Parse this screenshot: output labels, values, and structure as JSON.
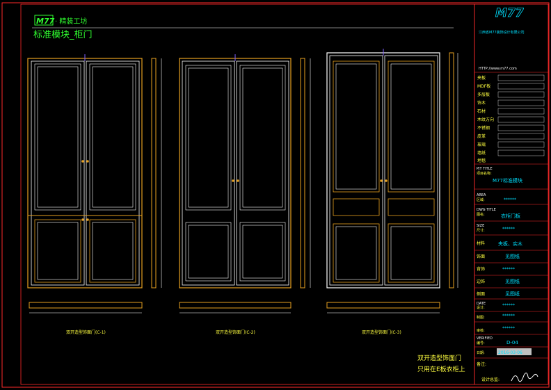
{
  "header": {
    "logo": "M77",
    "brand_suffix": "· 精装工坊",
    "title": "标准模块_柜门"
  },
  "elevations": [
    {
      "caption": "双开造型饰面门(C-1)"
    },
    {
      "caption": "双开造型饰面门(C-2)"
    },
    {
      "caption": "双开造型饰面门(C-3)"
    }
  ],
  "note": {
    "line1": "双开造型饰面门",
    "line2": "只用在E板衣柜上"
  },
  "titleblock": {
    "logo": "M77",
    "company_line": "江西省M77装饰设计有限公司",
    "url": "HTTP://www.m77.com",
    "legend": [
      "夹板",
      "MDF板",
      "多层板",
      "饰木",
      "石材",
      "木纹方向",
      "不锈钢",
      "皮革",
      "玻璃",
      "墙纸",
      "地毯"
    ],
    "project_title_label": "PJT TITLE",
    "project_name_label": "项目名称:",
    "project_name": "M77标准模块",
    "area_label": "AREA",
    "area_cn": "区域:",
    "area_value": "******",
    "dwg_title_label": "DWG TITLE",
    "dwg_cn": "图名:",
    "dwg_value": "衣柜门板",
    "size_label": "SIZE",
    "size_cn": "尺寸:",
    "size_value": "******",
    "material_label": "材料",
    "material_value": "夹板、实木",
    "face_label": "饰面",
    "face_value": "见图纸",
    "back_label": "背饰",
    "back_value": "******",
    "edge_label": "边饰",
    "edge_value": "见图纸",
    "side_label": "侧面",
    "side_value": "见图纸",
    "date_label": "DATE",
    "design_cn": "设计:",
    "design_value": "******",
    "draw_cn": "制图:",
    "draw_value": "******",
    "check_cn": "审核:",
    "check_value": "******",
    "verified_label": "VERIFIED",
    "number_cn": "编号:",
    "number_value": "D-04",
    "date2_cn": "日期:",
    "date2_value": "2016-03-06",
    "remark_cn": "备注:",
    "sign_cn": "设计总监:"
  },
  "colors": {
    "background": "#000000",
    "frame_red": "#ff2a2a",
    "line_white": "#ffffff",
    "panel_orange": "#e6a020",
    "accent_cyan": "#00e0ff",
    "text_green": "#30ff30",
    "text_yellow": "#ffff40"
  }
}
